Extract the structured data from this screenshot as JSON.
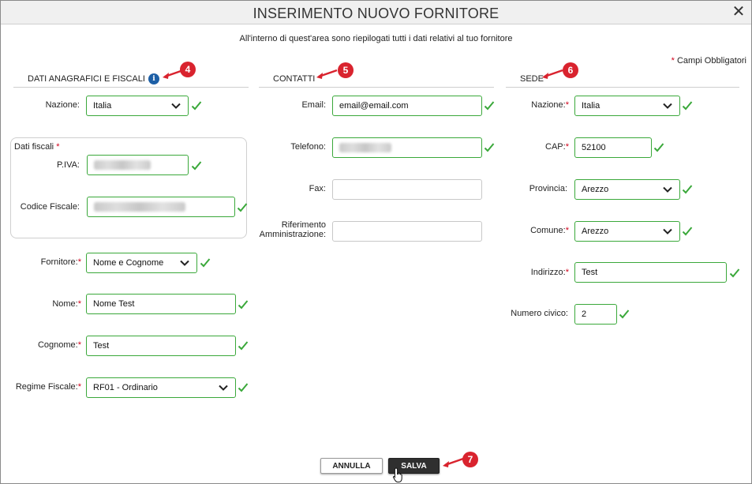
{
  "dialog": {
    "title": "INSERIMENTO NUOVO FORNITORE",
    "close_icon": "close-icon",
    "intro": "All'interno di quest'area sono riepilogati tutti i dati relativi al tuo fornitore",
    "required_asterisk": "*",
    "required_note": "Campi Obbligatori"
  },
  "sections": {
    "anagrafici": {
      "title": "DATI ANAGRAFICI E FISCALI",
      "info_icon": "i",
      "marker": "4"
    },
    "contatti": {
      "title": "CONTATTI",
      "marker": "5"
    },
    "sede": {
      "title": "SEDE",
      "marker": "6"
    }
  },
  "anagrafici": {
    "nazione": {
      "label": "Nazione:",
      "value": "Italia"
    },
    "dati_fiscali": {
      "label": "Dati fiscali",
      "required": "*"
    },
    "piva": {
      "label": "P.IVA:"
    },
    "codice_fiscale": {
      "label": "Codice Fiscale:"
    },
    "fornitore": {
      "label": "Fornitore:",
      "required": "*",
      "value": "Nome e Cognome"
    },
    "nome": {
      "label": "Nome:",
      "required": "*",
      "value": "Nome Test"
    },
    "cognome": {
      "label": "Cognome:",
      "required": "*",
      "value": "Test"
    },
    "regime": {
      "label": "Regime Fiscale:",
      "required": "*",
      "value": "RF01 - Ordinario"
    }
  },
  "contatti": {
    "email": {
      "label": "Email:",
      "value": "email@email.com"
    },
    "telefono": {
      "label": "Telefono:"
    },
    "fax": {
      "label": "Fax:",
      "value": ""
    },
    "riferimento": {
      "label_line1": "Riferimento",
      "label_line2": "Amministrazione:",
      "value": ""
    }
  },
  "sede": {
    "nazione": {
      "label": "Nazione:",
      "required": "*",
      "value": "Italia"
    },
    "cap": {
      "label": "CAP:",
      "required": "*",
      "value": "52100"
    },
    "provincia": {
      "label": "Provincia:",
      "value": "Arezzo"
    },
    "comune": {
      "label": "Comune:",
      "required": "*",
      "value": "Arezzo"
    },
    "indirizzo": {
      "label": "Indirizzo:",
      "required": "*",
      "value": "Test"
    },
    "civico": {
      "label": "Numero civico:",
      "value": "2"
    }
  },
  "actions": {
    "cancel_label": "ANNULLA",
    "save_label": "SALVA",
    "save_marker": "7"
  },
  "colors": {
    "valid_border": "#3aa83a",
    "check": "#3aa83a",
    "required": "#d0021b",
    "marker": "#d9232e",
    "save_button": "#2f2f2f",
    "info_icon": "#1d5fa6"
  }
}
